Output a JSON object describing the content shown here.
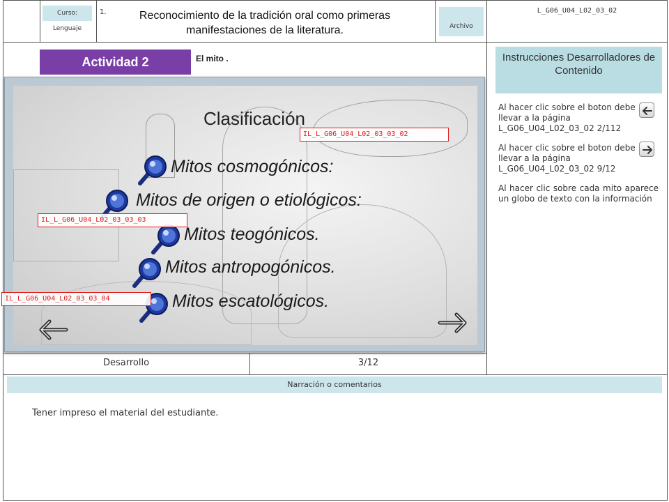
{
  "header": {
    "course_label": "Curso:",
    "course_value": "Lenguaje",
    "number": "1.",
    "title": "Reconocimiento de la tradición oral como primeras manifestaciones de la literatura.",
    "archivo_label": "Archivo",
    "code": "L_G06_U04_L02_03_02"
  },
  "activity": {
    "label": "Actividad 2",
    "subtitle": "El mito ."
  },
  "stage": {
    "heading": "Clasificación",
    "myths": [
      {
        "label": "Mitos cosmogónicos:"
      },
      {
        "label": "Mitos de origen o etiológicos:"
      },
      {
        "label": "Mitos teogónicos."
      },
      {
        "label": "Mitos antropogónicos."
      },
      {
        "label": "Mitos escatológicos."
      }
    ],
    "image_tags": [
      "IL_L_G06_U04_L02_03_03_02",
      "IL_L_G06_U04_L02_03_03_03",
      "IL_L_G06_U04_L02_03_03_04"
    ],
    "prev_arrow": "←",
    "next_arrow": "→"
  },
  "instructions": {
    "title": "Instrucciones Desarrolladores de Contenido",
    "items": [
      "Al hacer clic sobre el boton debe llevar a la página L_G06_U04_L02_03_02 2/112",
      "Al hacer clic sobre el boton debe llevar a la página L_G06_U04_L02_03_02 9/12",
      "Al hacer clic sobre cada mito aparece un globo de texto con la información"
    ],
    "icons": [
      "arrow-left-icon",
      "arrow-right-icon"
    ]
  },
  "status": {
    "section": "Desarrollo",
    "page": "3/12"
  },
  "narration": {
    "label": "Narración o comentarios",
    "text": "Tener impreso el material del estudiante."
  }
}
